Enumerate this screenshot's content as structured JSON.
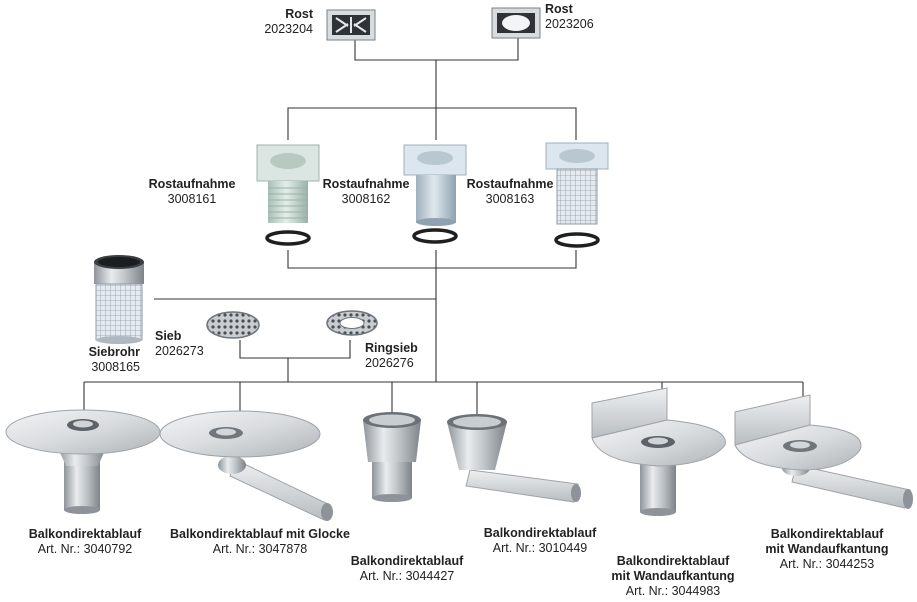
{
  "rost": [
    {
      "title": "Rost",
      "number": "2023204"
    },
    {
      "title": "Rost",
      "number": "2023206"
    }
  ],
  "rostaufnahme": [
    {
      "title": "Rostaufnahme",
      "number": "3008161"
    },
    {
      "title": "Rostaufnahme",
      "number": "3008162"
    },
    {
      "title": "Rostaufnahme",
      "number": "3008163"
    }
  ],
  "siebrohr": {
    "title": "Siebrohr",
    "number": "3008165"
  },
  "sieb": {
    "title": "Sieb",
    "number": "2026273"
  },
  "ringsieb": {
    "title": "Ringsieb",
    "number": "2026276"
  },
  "products": [
    {
      "title1": "Balkondirektablauf",
      "title2": "",
      "number": "Art. Nr.: 3040792"
    },
    {
      "title1": "Balkondirektablauf mit Glocke",
      "title2": "",
      "number": "Art. Nr.: 3047878"
    },
    {
      "title1": "Balkondirektablauf",
      "title2": "",
      "number": "Art. Nr.: 3044427"
    },
    {
      "title1": "Balkondirektablauf",
      "title2": "",
      "number": "Art. Nr.: 3010449"
    },
    {
      "title1": "Balkondirektablauf",
      "title2": "mit Wandaufkantung",
      "number": "Art. Nr.: 3044983"
    },
    {
      "title1": "Balkondirektablauf",
      "title2": "mit Wandaufkantung",
      "number": "Art. Nr.: 3044253"
    }
  ]
}
